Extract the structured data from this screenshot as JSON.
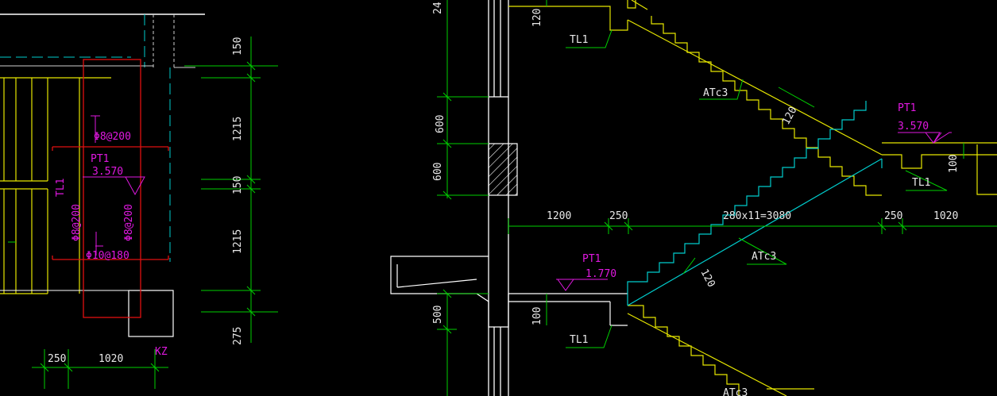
{
  "drawing": {
    "colors": {
      "background": "#000000",
      "dimension": "#00d000",
      "structure": "#ffffff",
      "stair": "#e6e600",
      "axis": "#00cccc",
      "rebar": "#e01010",
      "annotation": "#e018e0",
      "text": "#e8e8e8"
    },
    "plan": {
      "dims_right": [
        "150",
        "1215",
        "150",
        "1215",
        "275"
      ],
      "dims_bottom": [
        "250",
        "1020"
      ],
      "rebar_labels": [
        "Φ8@200",
        "Φ8@200",
        "Φ8@200",
        "Φ10@180"
      ],
      "landing_name": "PT1",
      "landing_elev": "3.570",
      "beam_label": "TL1",
      "column_label": "KZ"
    },
    "section": {
      "dims_left": [
        "24",
        "600",
        "600",
        "500"
      ],
      "dims_horizontal": [
        "1200",
        "250",
        "280x11=3080",
        "250",
        "1020"
      ],
      "upper_landing": {
        "name": "PT1",
        "elev": "3.570"
      },
      "lower_landing": {
        "name": "PT1",
        "elev": "1.770"
      },
      "beam_labels": [
        "TL1",
        "TL1",
        "TL1"
      ],
      "flight_labels": [
        "ATc3",
        "ATc3"
      ],
      "slab_thickness": [
        "120",
        "120",
        "120",
        "100",
        "100"
      ],
      "partial_flight_label": "ATc3"
    }
  }
}
